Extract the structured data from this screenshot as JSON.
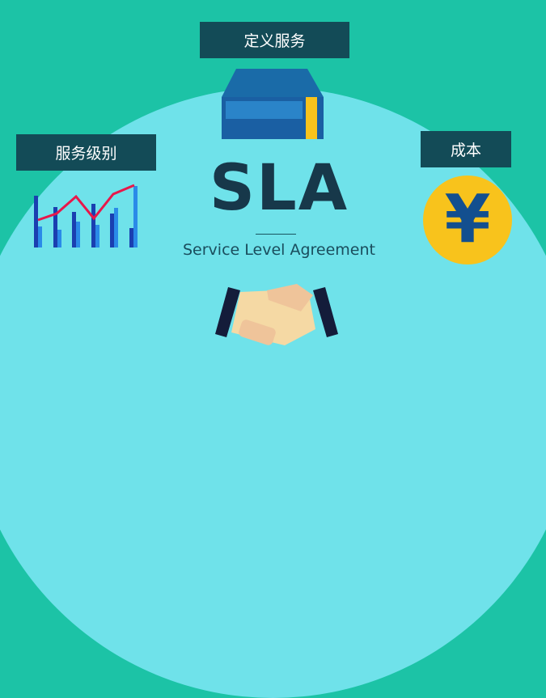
{
  "labels": {
    "define_service": "定义服务",
    "service_level": "服务级别",
    "cost": "成本"
  },
  "title": {
    "main": "SLA",
    "subtitle": "Service Level Agreement"
  },
  "icons": {
    "server": "server-icon",
    "chart": "bar-line-chart-icon",
    "currency": "yen-coin-icon",
    "currency_symbol": "¥",
    "handshake": "handshake-icon"
  },
  "colors": {
    "background": "#1cc3a6",
    "circle": "#6fe2ea",
    "label_bg": "#134b57",
    "coin": "#f8c31c",
    "server_blue": "#1a5fa3",
    "accent_yellow": "#f8c31c",
    "line_red": "#e8174a",
    "text_dark": "#17384a"
  }
}
